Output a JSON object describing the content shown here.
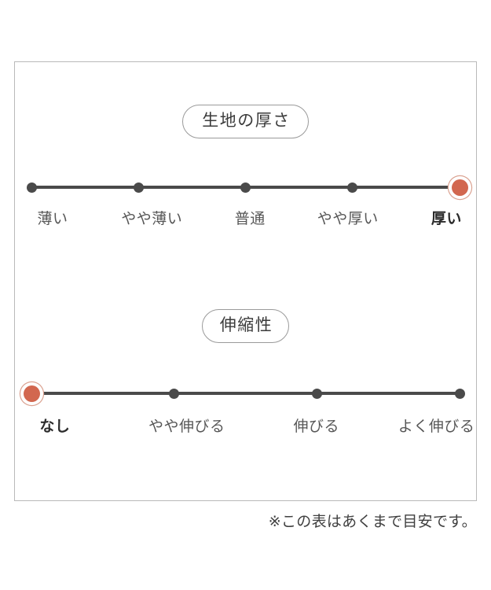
{
  "chart_data": {
    "type": "table",
    "title": "",
    "scales": [
      {
        "name": "fabric-thickness",
        "title": "生地の厚さ",
        "levels": [
          "薄い",
          "やや薄い",
          "普通",
          "やや厚い",
          "厚い"
        ],
        "selected_index": 4,
        "selected_label": "厚い"
      },
      {
        "name": "stretchiness",
        "title": "伸縮性",
        "levels": [
          "なし",
          "やや伸びる",
          "伸びる",
          "よく伸びる"
        ],
        "selected_index": 0,
        "selected_label": "なし"
      }
    ],
    "note": "※この表はあくまで目安です。",
    "colors": {
      "selected_marker": "#d2674f",
      "selected_ring": "#dba392",
      "track": "#4a4a4a",
      "dot": "#4a4a4a",
      "card_border": "#b9b9b9",
      "pill_border": "#9a9a9a",
      "label_text": "#575757",
      "selected_label_text": "#2b2b2b",
      "background": "#ffffff"
    }
  },
  "card": {
    "thickness": {
      "title": "生地の厚さ",
      "points": [
        {
          "label": "薄い",
          "selected": false
        },
        {
          "label": "やや薄い",
          "selected": false
        },
        {
          "label": "普通",
          "selected": false
        },
        {
          "label": "やや厚い",
          "selected": false
        },
        {
          "label": "厚い",
          "selected": true
        }
      ]
    },
    "stretch": {
      "title": "伸縮性",
      "points": [
        {
          "label": "なし",
          "selected": true
        },
        {
          "label": "やや伸びる",
          "selected": false
        },
        {
          "label": "伸びる",
          "selected": false
        },
        {
          "label": "よく伸びる",
          "selected": false
        }
      ]
    }
  },
  "footnote": "※この表はあくまで目安です。"
}
